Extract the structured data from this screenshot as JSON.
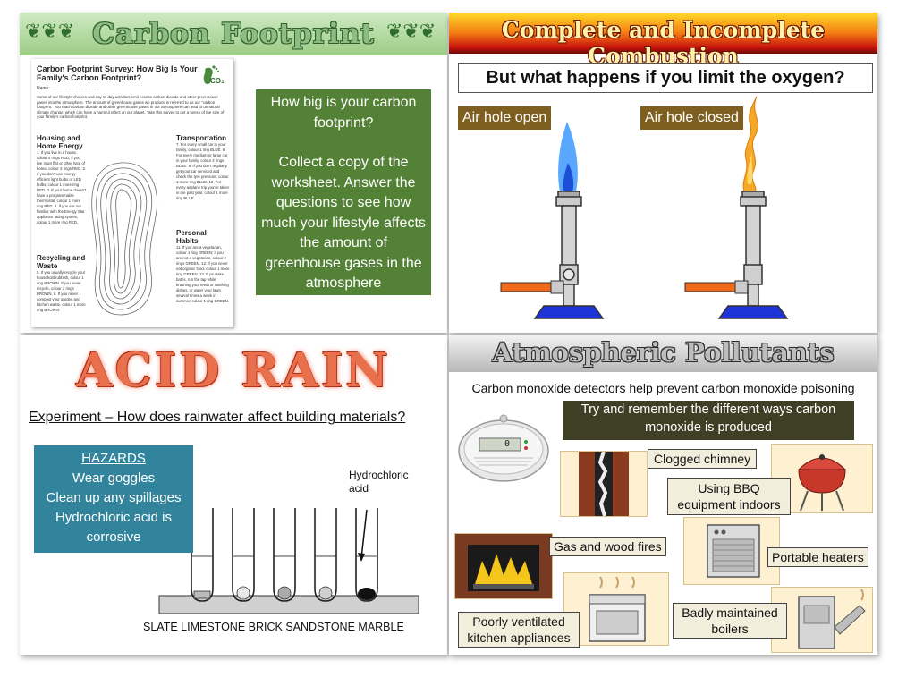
{
  "q1": {
    "title": "Carbon Footprint",
    "worksheet": {
      "title": "Carbon Footprint Survey: How Big Is Your Family's Carbon Footprint?",
      "logo_text": "CO₂",
      "name_line": "Name: .......................................",
      "intro": "Some of our lifestyle choices and day-to-day activities emit excess carbon dioxide and other greenhouse gases into the atmosphere. The amount of greenhouse gases we produce is referred to as our \"carbon footprint.\" Too much carbon dioxide and other greenhouse gases in our atmosphere can lead to unnatural climate change, which can have a harmful effect on our planet. Take this survey to get a sense of the size of your family's carbon footprint.",
      "housing_heading": "Housing and Home Energy",
      "housing_text": "1. If you live in a house, colour 4 rings RED; if you live in an flat or other type of home, colour 2 rings RED. 2. If you don't use energy-efficient light bulbs or LED bulbs, colour 1 more ring RED. 3. If your home doesn't have a programmable thermostat, colour 1 more ring RED. 4. If you are not familiar with the Energy Star appliance rating system, colour 1 more ring RED.",
      "recycling_heading": "Recycling and Waste",
      "recycling_text": "5. If you usually recycle your household rubbish, colour 1 ring BROWN. If you never recycle, colour 2 rings BROWN. 6. If you never compost your garden and kitchen waste, colour 1 more ring BROWN.",
      "transport_heading": "Transportation",
      "transport_text": "7. For every small car in your family, colour 1 ring BLUE. 8. For every medium or large car in your family, colour 2 rings BLUE. 9. If you don't regularly get your car serviced and check the tyre pressure, colour 1 more ring BLUE. 10. For every airplane trip you've taken in the past year, colour 1 more ring BLUE.",
      "personal_heading": "Personal Habits",
      "personal_text": "11. If you are a vegetarian, colour 1 ring GREEN; if you are not a vegetarian, colour 2 rings GREEN. 12. If you never eat organic food, colour 1 more ring GREEN. 13. If you take baths, run the tap while brushing your teeth or washing dishes, or water your lawn several times a week in summer, colour 1 ring GREEN."
    },
    "box": {
      "line1": "How big is your carbon footprint?",
      "line2": "Collect a copy of the worksheet.  Answer the questions to see how much your lifestyle affects the amount of greenhouse gases in the atmosphere"
    },
    "colors": {
      "title_bg": "#9ccc86",
      "box_bg": "#538135"
    }
  },
  "q2": {
    "title": "Complete and Incomplete Combustion",
    "question": "But what happens if you limit the oxygen?",
    "label_open": "Air hole open",
    "label_closed": "Air hole closed",
    "colors": {
      "label_bg": "#7f5f1f",
      "blue_flame": "#1f78ff",
      "yellow_flame": "#f4a825"
    }
  },
  "q3": {
    "title": "ACID RAIN",
    "experiment_label": "Experiment",
    "experiment_question": " – How does rainwater affect building materials?",
    "hazards": {
      "heading": "HAZARDS",
      "lines": [
        "Wear goggles",
        "Clean up any spillages",
        "Hydrochloric acid is corrosive"
      ]
    },
    "diagram": {
      "acid_label_1": "Hydrochloric",
      "acid_label_2": "acid",
      "materials": [
        "SLATE",
        "LIMESTONE",
        "BRICK",
        "SANDSTONE",
        "MARBLE"
      ]
    },
    "colors": {
      "hazard_bg": "#31849b",
      "title": "#e8704d"
    }
  },
  "q4": {
    "title": "Atmospheric Pollutants",
    "subtitle": "Carbon monoxide detectors help prevent carbon monoxide poisoning",
    "box": "Try and remember the different ways carbon monoxide is produced",
    "labels": {
      "chimney": "Clogged chimney",
      "bbq": "Using BBQ equipment indoors",
      "fires": "Gas and wood fires",
      "heaters": "Portable heaters",
      "kitchen": "Poorly ventilated kitchen appliances",
      "boilers": "Badly maintained boilers"
    },
    "detector_display": "0",
    "colors": {
      "box_bg": "#3f3f25",
      "label_bg": "#f3eddc"
    }
  }
}
